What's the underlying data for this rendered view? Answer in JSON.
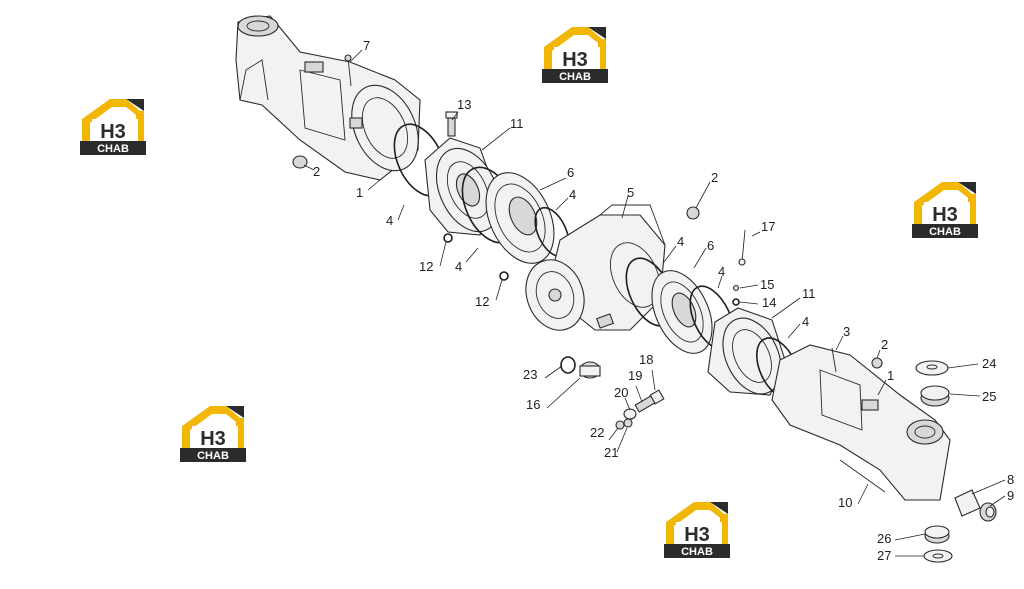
{
  "diagram": {
    "callouts": [
      {
        "id": "c7",
        "text": "7"
      },
      {
        "id": "c13",
        "text": "13"
      },
      {
        "id": "c11a",
        "text": "11"
      },
      {
        "id": "c2a",
        "text": "2"
      },
      {
        "id": "c1a",
        "text": "1"
      },
      {
        "id": "c4a",
        "text": "4"
      },
      {
        "id": "c6a",
        "text": "6"
      },
      {
        "id": "c4b",
        "text": "4"
      },
      {
        "id": "c12a",
        "text": "12"
      },
      {
        "id": "c4c",
        "text": "4"
      },
      {
        "id": "c12b",
        "text": "12"
      },
      {
        "id": "c5",
        "text": "5"
      },
      {
        "id": "c2b",
        "text": "2"
      },
      {
        "id": "c17",
        "text": "17"
      },
      {
        "id": "c4d",
        "text": "4"
      },
      {
        "id": "c6b",
        "text": "6"
      },
      {
        "id": "c4e",
        "text": "4"
      },
      {
        "id": "c15",
        "text": "15"
      },
      {
        "id": "c14",
        "text": "14"
      },
      {
        "id": "c11b",
        "text": "11"
      },
      {
        "id": "c4f",
        "text": "4"
      },
      {
        "id": "c3",
        "text": "3"
      },
      {
        "id": "c2c",
        "text": "2"
      },
      {
        "id": "c1b",
        "text": "1"
      },
      {
        "id": "c24",
        "text": "24"
      },
      {
        "id": "c25",
        "text": "25"
      },
      {
        "id": "c23",
        "text": "23"
      },
      {
        "id": "c16",
        "text": "16"
      },
      {
        "id": "c18",
        "text": "18"
      },
      {
        "id": "c19",
        "text": "19"
      },
      {
        "id": "c20",
        "text": "20"
      },
      {
        "id": "c22",
        "text": "22"
      },
      {
        "id": "c21",
        "text": "21"
      },
      {
        "id": "c8",
        "text": "8"
      },
      {
        "id": "c9",
        "text": "9"
      },
      {
        "id": "c10",
        "text": "10"
      },
      {
        "id": "c26",
        "text": "26"
      },
      {
        "id": "c27",
        "text": "27"
      }
    ]
  },
  "watermark": {
    "logo_text": "H3",
    "brand_text": "CHAB",
    "colors": {
      "yellow": "#f2b705",
      "dark": "#2b2b2b",
      "white": "#ffffff"
    }
  }
}
